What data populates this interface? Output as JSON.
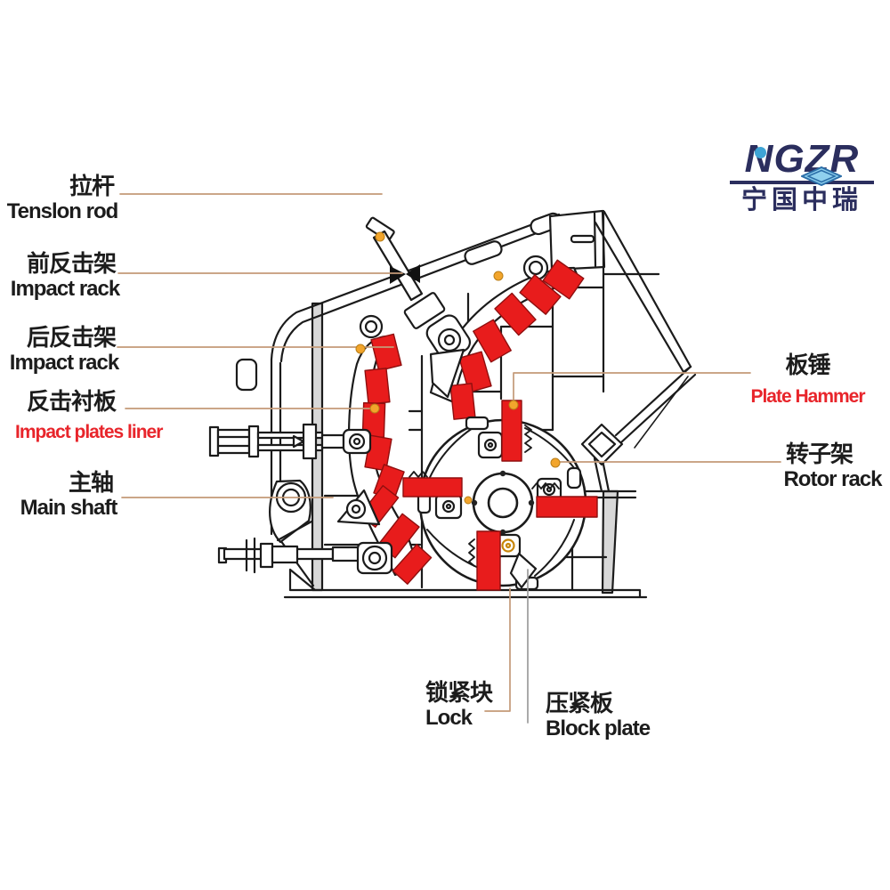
{
  "logo": {
    "brand": "NGZR",
    "company": "宁国中瑞",
    "navy": "#2b2e5e",
    "blue": "#3ea4d5"
  },
  "labels": {
    "tension_rod": {
      "zh": "拉杆",
      "en": "Tenslon rod"
    },
    "front_impact_rack": {
      "zh": "前反击架",
      "en": "Impact rack"
    },
    "rear_impact_rack": {
      "zh": "后反击架",
      "en": "Impact rack"
    },
    "impact_plates_liner": {
      "zh": "反击衬板",
      "en": "Impact plates liner"
    },
    "main_shaft": {
      "zh": "主轴",
      "en": "Main shaft"
    },
    "plate_hammer": {
      "zh": "板锤",
      "en": "Plate Hammer"
    },
    "rotor_rack": {
      "zh": "转子架",
      "en": "Rotor rack"
    },
    "lock": {
      "zh": "锁紧块",
      "en": "Lock"
    },
    "block_plate": {
      "zh": "压紧板",
      "en": "Block plate"
    }
  },
  "colors": {
    "wear_part_red": "#e81c1c",
    "label_red": "#e8252b",
    "leader_tan": "#c49a78",
    "leader_gray": "#9b9b9b",
    "marker_orange": "#f2a52c",
    "line_black": "#1b1b1b",
    "panel_gray": "#d8d8d8"
  }
}
